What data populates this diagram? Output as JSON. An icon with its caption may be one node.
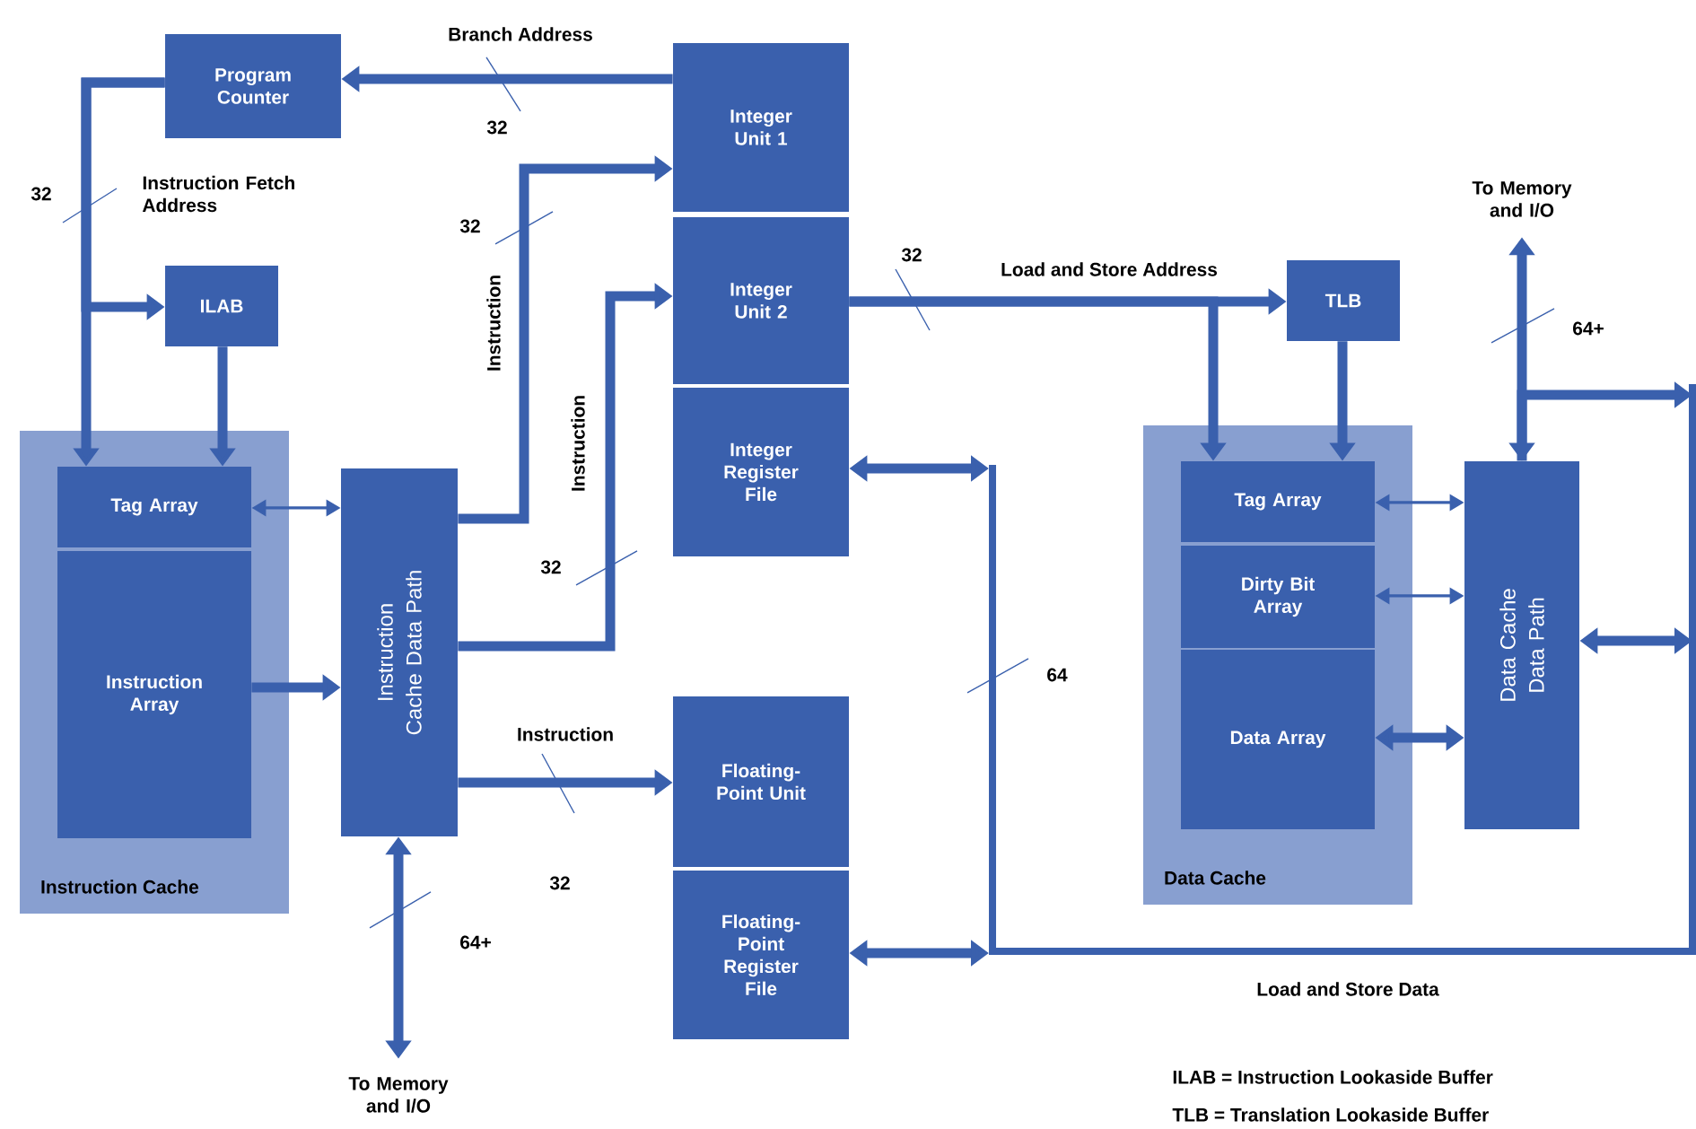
{
  "diagram": {
    "nodes": [
      {
        "text": [
          "Program Counter"
        ]
      },
      {
        "text": [
          "ILAB"
        ]
      },
      {
        "text": [
          "Instruction Cache"
        ]
      },
      {
        "text": [
          "Tag Array"
        ],
        "in": 2
      },
      {
        "text": [
          "Instruction Array"
        ],
        "in": 2
      },
      {
        "text": [
          "Instruction Cache Data Path"
        ]
      },
      {
        "text": [
          "Integer Unit 1"
        ]
      },
      {
        "text": [
          "Integer Unit 2"
        ]
      },
      {
        "text": [
          "Integer Register File"
        ]
      },
      {
        "text": [
          "Floating-Point Unit"
        ]
      },
      {
        "text": [
          "Floating-Point Register File"
        ]
      },
      {
        "text": [
          "TLB"
        ]
      },
      {
        "text": [
          "Data Cache"
        ]
      },
      {
        "text": [
          "Tag Array"
        ],
        "in": 12
      },
      {
        "text": [
          "Dirty Bit Array"
        ],
        "in": 12
      },
      {
        "text": [
          "Data Array"
        ],
        "in": 12
      },
      {
        "text": [
          "Data Cache Data Path"
        ]
      },
      {
        "text": [
          "To Memory and I/O"
        ]
      },
      {
        "text": [
          "To Memory and I/O"
        ]
      }
    ],
    "edges": [
      {
        "from": 6,
        "to": 0,
        "arrow": "to",
        "label": "Branch Address"
      },
      {
        "from": 0,
        "to": 3,
        "arrow": "to",
        "label": "Instruction Fetch Address"
      },
      {
        "from": 0,
        "to": 1,
        "arrow": "to"
      },
      {
        "from": 1,
        "to": 3,
        "arrow": "to"
      },
      {
        "from": 3,
        "to": 5,
        "arrow": "both"
      },
      {
        "from": 4,
        "to": 5,
        "arrow": "to"
      },
      {
        "from": 5,
        "to": 6,
        "arrow": "to",
        "label": "Instruction"
      },
      {
        "from": 5,
        "to": 7,
        "arrow": "to",
        "label": "Instruction"
      },
      {
        "from": 5,
        "to": 9,
        "arrow": "to",
        "label": "Instruction"
      },
      {
        "from": 5,
        "to": 17,
        "arrow": "both"
      },
      {
        "from": 7,
        "to": 11,
        "arrow": "to",
        "label": "Load and Store Address"
      },
      {
        "from": 7,
        "to": 13,
        "arrow": "to"
      },
      {
        "from": 11,
        "to": 13,
        "arrow": "to"
      },
      {
        "from": 13,
        "to": 16,
        "arrow": "both"
      },
      {
        "from": 14,
        "to": 16,
        "arrow": "both"
      },
      {
        "from": 15,
        "to": 16,
        "arrow": "both"
      },
      {
        "from": 16,
        "to": 18,
        "arrow": "both"
      },
      {
        "from": 16,
        "to": null,
        "arrow": "to"
      },
      {
        "from": 8,
        "to": null,
        "arrow": "both"
      },
      {
        "from": 10,
        "to": null,
        "arrow": "both"
      },
      {
        "from": 16,
        "to": null,
        "arrow": "both"
      }
    ],
    "labels": [
      "32",
      "32",
      "32",
      "32",
      "32",
      "32",
      "64+",
      "64+",
      "64",
      "Load and Store Data",
      "ILAB = Instruction Lookaside Buffer",
      "TLB = Translation Lookaside Buffer"
    ]
  }
}
